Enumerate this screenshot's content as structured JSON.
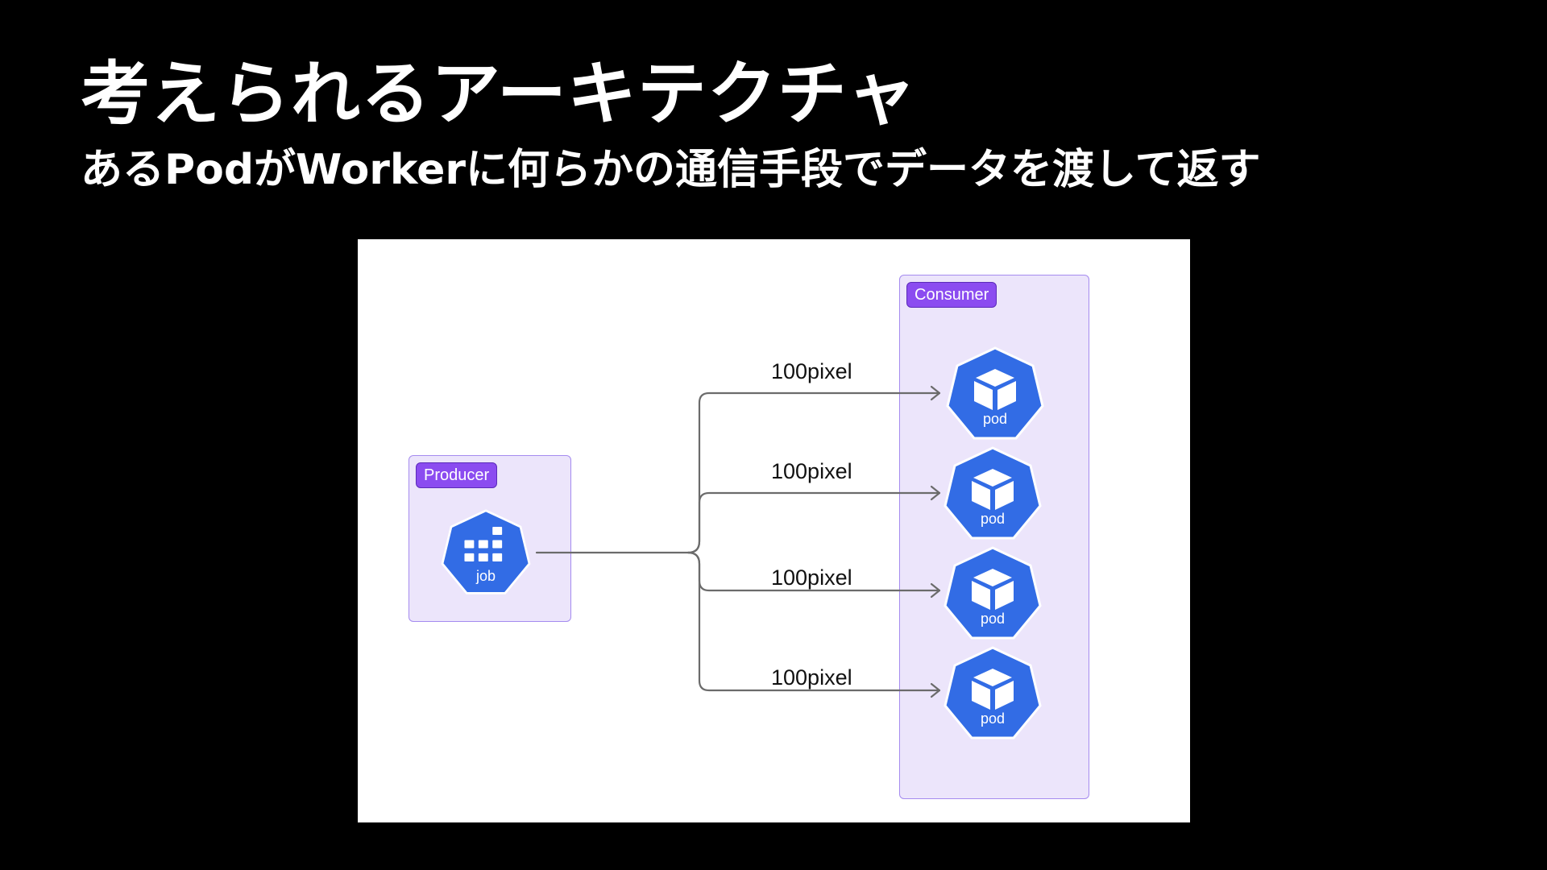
{
  "slide": {
    "title": "考えられるアーキテクチャ",
    "subtitle": "あるPodがWorkerに何らかの通信手段でデータを渡して返す"
  },
  "diagram": {
    "producer": {
      "label": "Producer",
      "node": {
        "label": "job",
        "icon": "job-icon"
      }
    },
    "consumer": {
      "label": "Consumer",
      "pods": [
        {
          "label": "pod",
          "icon": "pod-cube-icon"
        },
        {
          "label": "pod",
          "icon": "pod-cube-icon"
        },
        {
          "label": "pod",
          "icon": "pod-cube-icon"
        },
        {
          "label": "pod",
          "icon": "pod-cube-icon"
        }
      ]
    },
    "edges": [
      {
        "label": "100pixel"
      },
      {
        "label": "100pixel"
      },
      {
        "label": "100pixel"
      },
      {
        "label": "100pixel"
      }
    ]
  },
  "colors": {
    "background": "#000000",
    "group_fill": "#ece5fb",
    "group_border": "#a58bef",
    "tag_fill": "#8b4cf0",
    "k8s_blue": "#326ce5",
    "wire": "#6b6b6b"
  }
}
